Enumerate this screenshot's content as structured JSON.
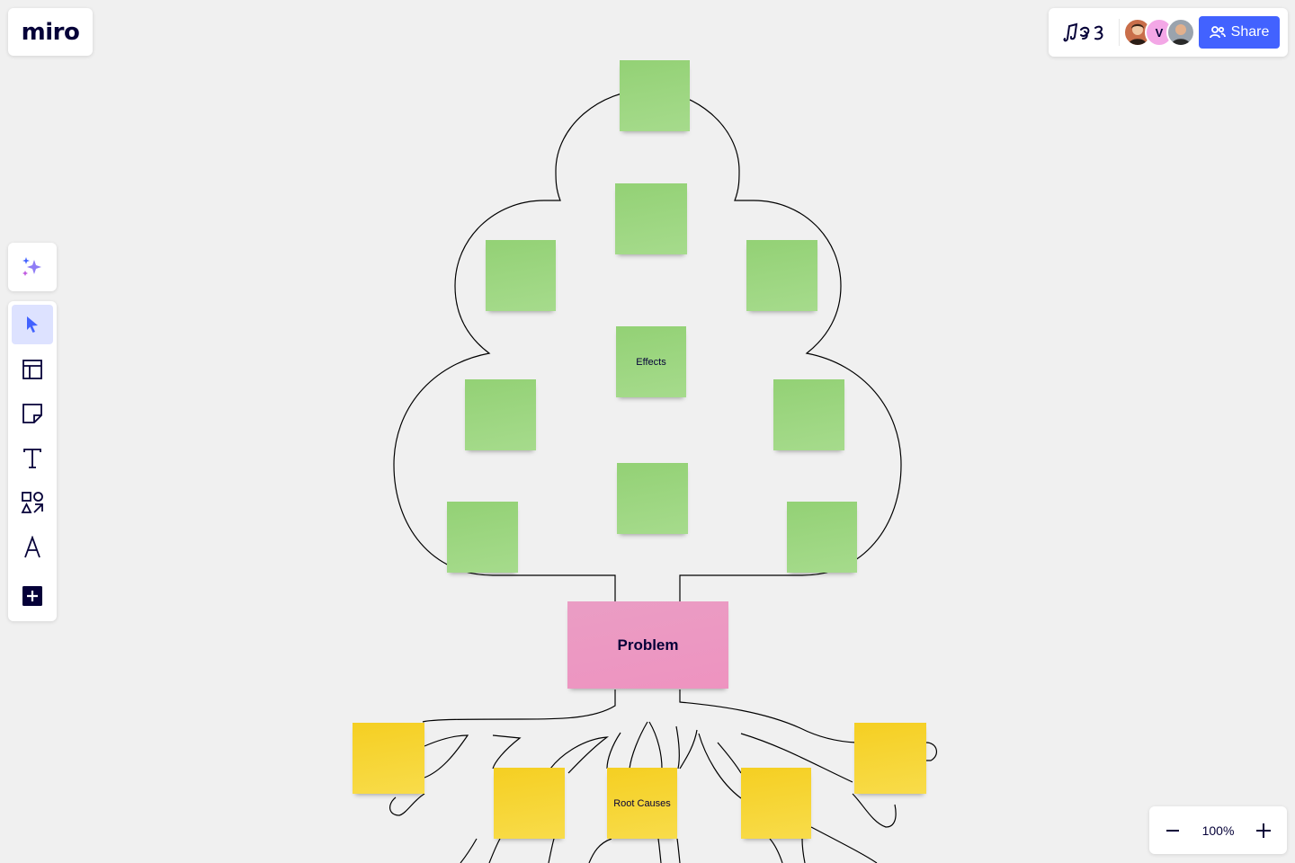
{
  "app": {
    "logo": "miro"
  },
  "header": {
    "collaborators": [
      {
        "name": "user-1",
        "initial": "",
        "color": "#c96e4a"
      },
      {
        "name": "user-v",
        "initial": "V",
        "color": "#f3a7e6"
      },
      {
        "name": "user-3",
        "initial": "",
        "color": "#6b6b6b"
      }
    ],
    "share_label": "Share"
  },
  "toolbar": {
    "ai_tool": "sparkle-icon",
    "tools": [
      {
        "id": "select",
        "icon": "cursor-icon",
        "active": true
      },
      {
        "id": "templates",
        "icon": "templates-icon",
        "active": false
      },
      {
        "id": "sticky",
        "icon": "sticky-note-icon",
        "active": false
      },
      {
        "id": "text",
        "icon": "text-icon",
        "active": false
      },
      {
        "id": "shapes",
        "icon": "shapes-icon",
        "active": false
      },
      {
        "id": "pen",
        "icon": "pen-icon",
        "active": false
      },
      {
        "id": "more",
        "icon": "plus-square-icon",
        "active": false
      }
    ]
  },
  "board": {
    "effects_label": "Effects",
    "problem_label": "Problem",
    "root_causes_label": "Root Causes"
  },
  "zoom": {
    "value": "100%"
  },
  "colors": {
    "accent": "#4262ff",
    "sticky_green": "#a1d98a",
    "sticky_yellow": "#f6d32c",
    "sticky_pink": "#ea98c2",
    "canvas": "#f0f0f0"
  }
}
